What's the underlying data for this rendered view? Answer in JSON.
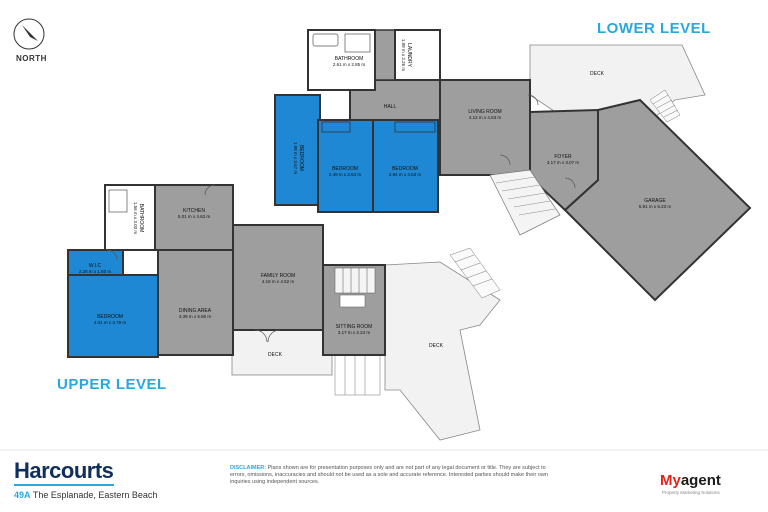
{
  "levels": {
    "lower": "LOWER LEVEL",
    "upper": "UPPER LEVEL"
  },
  "north": "NORTH",
  "rooms": {
    "bathroom_lower": {
      "name": "BATHROOM",
      "dims": "2.61 m x 2.85 m"
    },
    "laundry": {
      "name": "LAUNDRY",
      "dims": "1.98 m x 2.26 m"
    },
    "hall": {
      "name": "HALL"
    },
    "living_room": {
      "name": "LIVING ROOM",
      "dims": "4.12 m x 4.53 m"
    },
    "bedroom_left": {
      "name": "BEDROOM",
      "dims": "1.98 m x 3.67 m"
    },
    "bedroom_mid": {
      "name": "BEDROOM",
      "dims": "2.49 m x 3.64 m"
    },
    "bedroom_right": {
      "name": "BEDROOM",
      "dims": "2.94 m x 4.53 m"
    },
    "foyer": {
      "name": "FOYER",
      "dims": "3.17 m x 3.07 m"
    },
    "garage": {
      "name": "GARAGE",
      "dims": "5.91 m x 6.23 m"
    },
    "deck_lower": {
      "name": "DECK"
    },
    "kitchen": {
      "name": "KITCHEN",
      "dims": "5.01 m x 4.63 m"
    },
    "bathroom_upper": {
      "name": "BATHROOM",
      "dims": "1.56 m x 3.03 m"
    },
    "wic": {
      "name": "W.I.C",
      "dims": "2.28 m x 1.50 m"
    },
    "bedroom_upper": {
      "name": "BEDROOM",
      "dims": "4.01 m x 3.79 m"
    },
    "dining_area": {
      "name": "DINING AREA",
      "dims": "3.39 m x 5.80 m"
    },
    "family_room": {
      "name": "FAMILY ROOM",
      "dims": "4.16 m x 4.52 m"
    },
    "sitting_room": {
      "name": "SITTING ROOM",
      "dims": "3.17 m x 2.24 m"
    },
    "deck_upper_small": {
      "name": "DECK"
    },
    "deck_upper_large": {
      "name": "DECK"
    }
  },
  "brand": "Harcourts",
  "address": {
    "number": "49A",
    "street": "The Esplanade, Eastern Beach"
  },
  "disclaimer": {
    "lead": "DISCLAIMER:",
    "text": "Plans shown are for presentation purposes only and are not part of any legal document or title. They are subject to errors, omissions, inaccuracies and should not be used as a sole and accurate reference. Interested parties should make their own inquiries using independent sources."
  },
  "myagent": {
    "my": "My",
    "agent": "agent",
    "sub": "Property Marketing Solutions"
  },
  "colors": {
    "blue_room": "#1e88d4",
    "grey_room": "#9e9e9e",
    "wall": "#333333",
    "accent": "#29a8e0",
    "brand": "#0f2f5c"
  }
}
